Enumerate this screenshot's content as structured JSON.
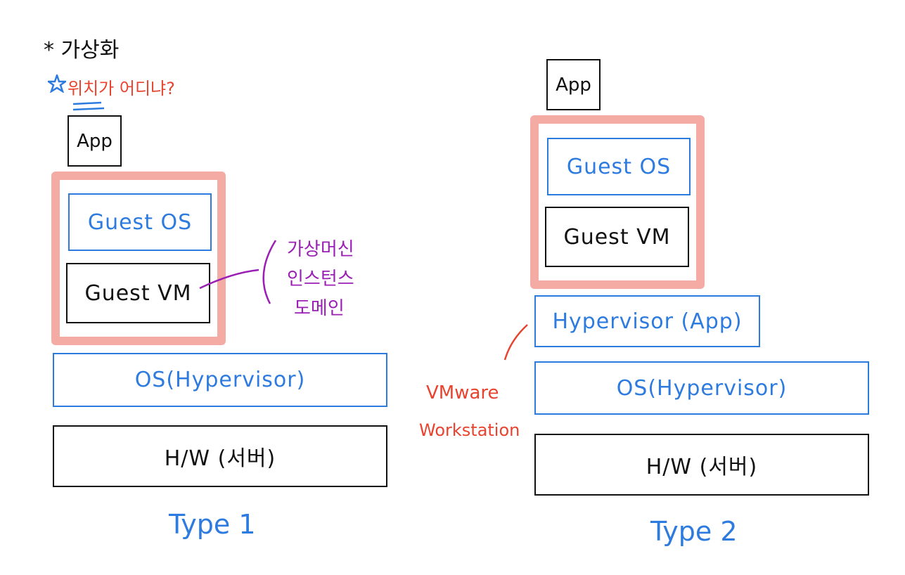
{
  "heading": {
    "star": "*",
    "title": "가상화"
  },
  "note_where": "위치가 어디냐?",
  "type1": {
    "app": "App",
    "guest_os": "Guest OS",
    "guest_vm": "Guest VM",
    "os": "OS(Hypervisor)",
    "hw": "H/W (서버)",
    "label": "Type 1",
    "side_note": [
      "가상머신",
      "인스턴스",
      "도메인"
    ]
  },
  "type2": {
    "app": "App",
    "guest_os": "Guest OS",
    "guest_vm": "Guest VM",
    "hypervisor": "Hypervisor (App)",
    "os": "OS(Hypervisor)",
    "hw": "H/W (서버)",
    "label": "Type 2",
    "side_note": [
      "VMware",
      "Workstation"
    ]
  },
  "colors": {
    "blue": "#2e7be0",
    "black": "#111111",
    "pink": "#f4aba3",
    "red": "#e8432f",
    "purple": "#9b1fb5"
  }
}
